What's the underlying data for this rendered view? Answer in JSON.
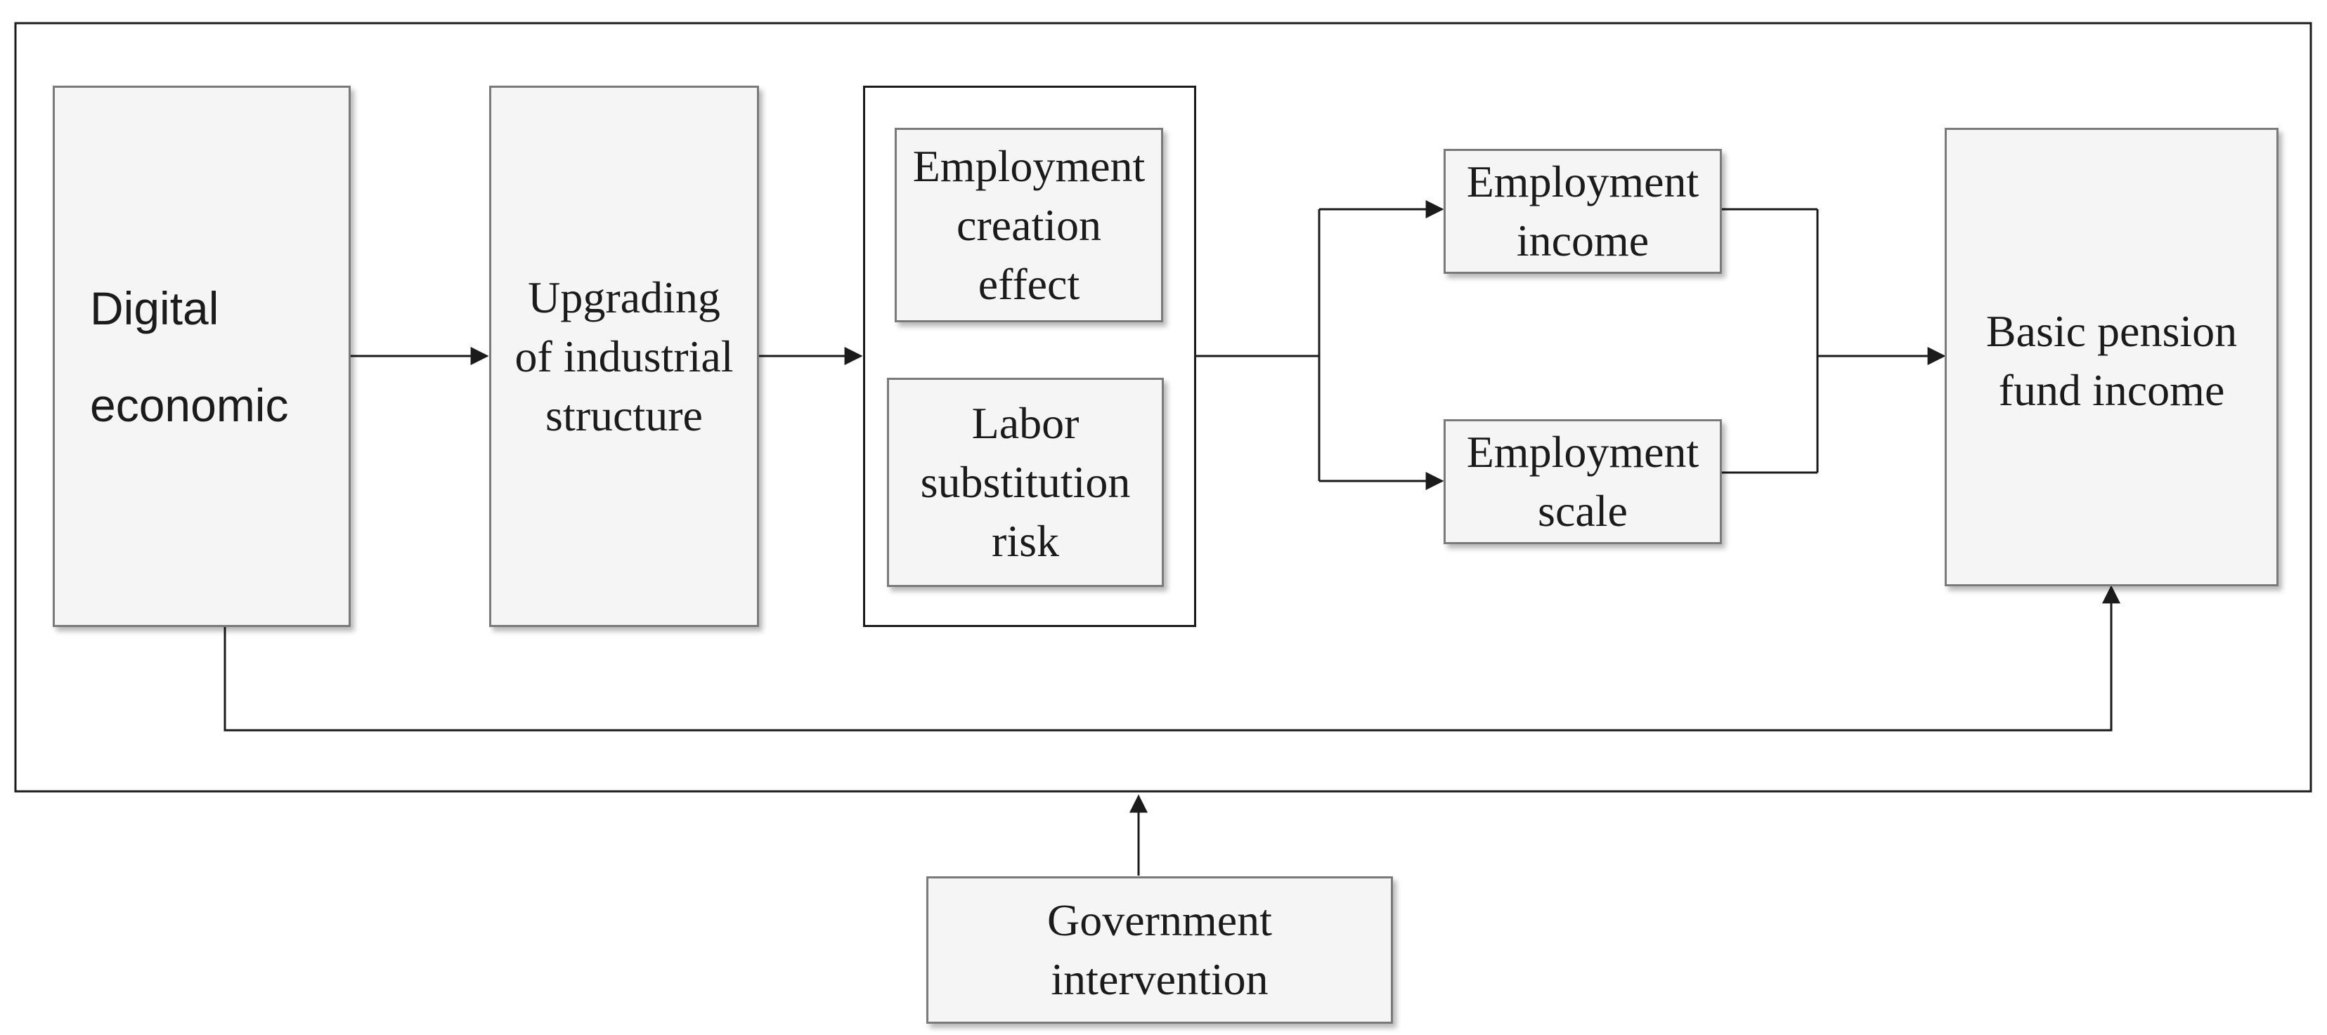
{
  "nodes": {
    "digital_economic": "Digital\neconomic",
    "upgrading": "Upgrading\nof industrial\nstructure",
    "employment_creation": "Employment\ncreation\neffect",
    "labor_substitution": "Labor\nsubstitution\nrisk",
    "employment_income": "Employment\nincome",
    "employment_scale": "Employment\nscale",
    "basic_pension": "Basic pension\nfund income",
    "government": "Government\nintervention"
  },
  "colors": {
    "box_fill": "#f5f5f5",
    "box_border": "#7a7a7a",
    "line": "#1b1b1b"
  }
}
